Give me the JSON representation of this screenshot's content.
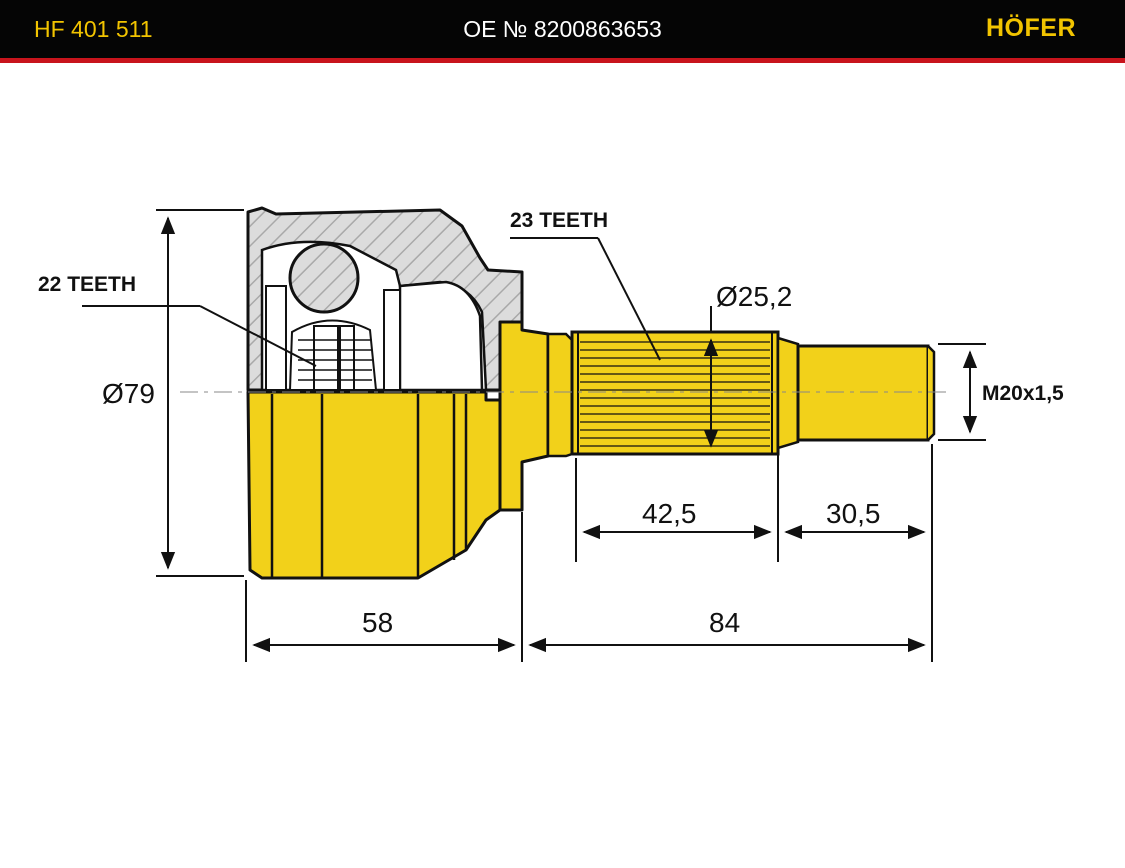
{
  "header": {
    "part_number": "HF 401 511",
    "oe_number": "OE № 8200863653",
    "brand": "HÖFER"
  },
  "labels": {
    "outer_teeth": "22 TEETH",
    "shaft_teeth": "23 TEETH",
    "thread": "M20x1,5"
  },
  "dimensions": {
    "outer_diameter": "Ø79",
    "shaft_diameter": "Ø25,2",
    "body_length": "58",
    "shaft_length": "84",
    "spline_length": "42,5",
    "thread_length": "30,5"
  },
  "colors": {
    "header_bg": "#050505",
    "accent_red": "#c8141c",
    "brand_yellow": "#f2c400",
    "part_yellow": "#f2d11a",
    "section_grey": "#d8d8d8"
  }
}
